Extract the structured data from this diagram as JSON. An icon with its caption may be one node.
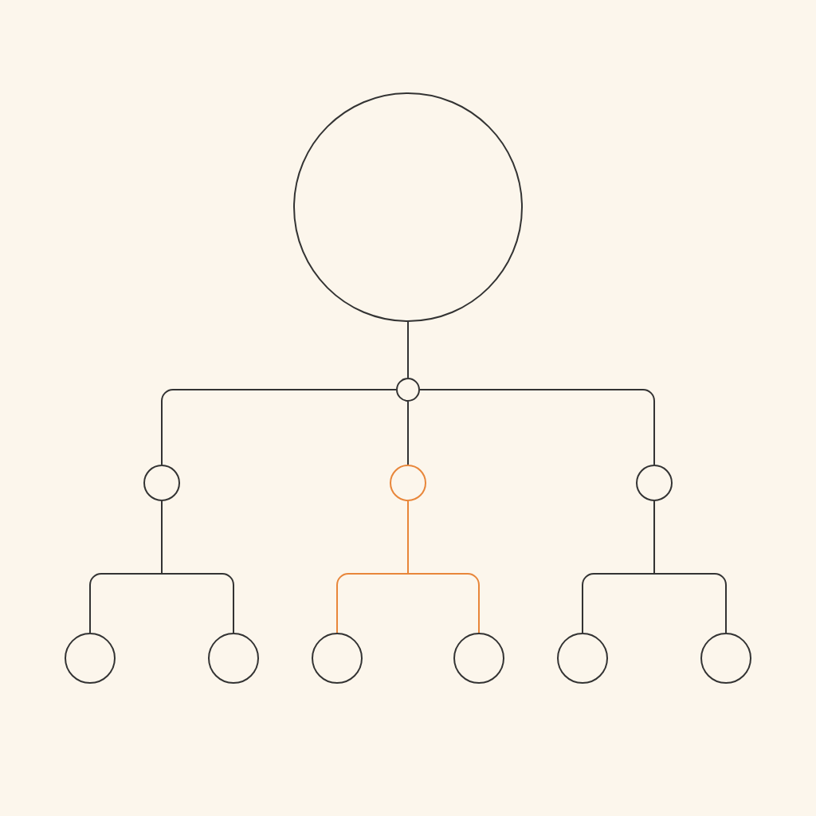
{
  "diagram": {
    "nodes": [
      {
        "text": [],
        "shape": "circle"
      },
      {
        "text": [],
        "shape": "circle"
      },
      {
        "text": [],
        "shape": "circle"
      },
      {
        "text": [],
        "shape": "circle"
      },
      {
        "text": [],
        "shape": "circle"
      },
      {
        "text": [],
        "shape": "circle"
      },
      {
        "text": [],
        "shape": "circle"
      },
      {
        "text": [],
        "shape": "circle"
      },
      {
        "text": [],
        "shape": "circle"
      },
      {
        "text": [],
        "shape": "circle"
      },
      {
        "text": [],
        "shape": "circle"
      }
    ],
    "edges": [
      {
        "from": 0,
        "to": 1,
        "arrow": "none"
      },
      {
        "from": 1,
        "to": 2,
        "arrow": "none"
      },
      {
        "from": 1,
        "to": 3,
        "arrow": "none"
      },
      {
        "from": 1,
        "to": 4,
        "arrow": "none"
      },
      {
        "from": 2,
        "to": 5,
        "arrow": "none"
      },
      {
        "from": 2,
        "to": 6,
        "arrow": "none"
      },
      {
        "from": 3,
        "to": 7,
        "arrow": "none",
        "color": "#e8863a"
      },
      {
        "from": 3,
        "to": 8,
        "arrow": "none",
        "color": "#e8863a"
      },
      {
        "from": 4,
        "to": 9,
        "arrow": "none"
      },
      {
        "from": 4,
        "to": 10,
        "arrow": "none"
      }
    ]
  }
}
